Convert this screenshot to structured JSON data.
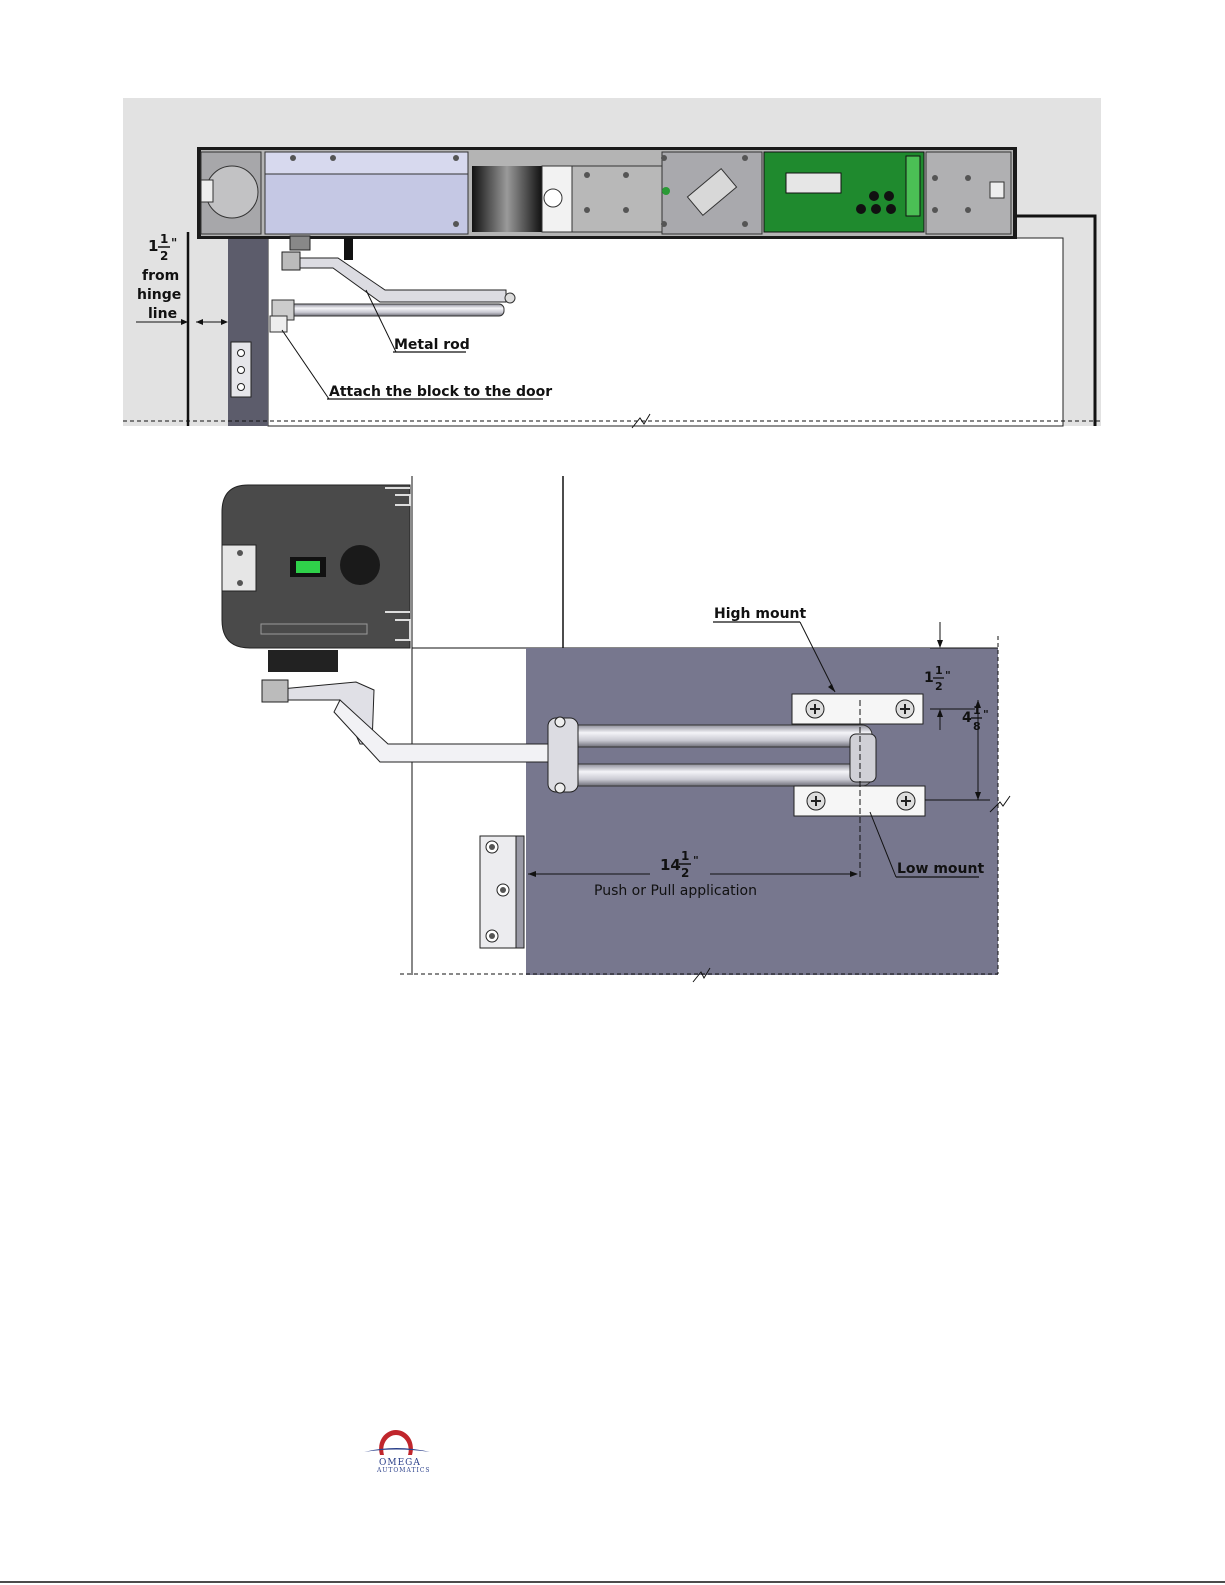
{
  "top_view": {
    "hinge_offset": {
      "whole": "1",
      "num": "1",
      "den": "2",
      "unit": "\"",
      "line1": "from",
      "line2": "hinge",
      "line3": "line"
    },
    "callout_metal_rod": "Metal rod",
    "callout_block": "Attach the block to the door"
  },
  "bottom_view": {
    "high_mount": "High mount",
    "low_mount": "Low mount",
    "dim_offset": {
      "whole": "1",
      "num": "1",
      "den": "2",
      "unit": "\""
    },
    "dim_spacing": {
      "whole": "4",
      "num": "1",
      "den": "8",
      "unit": "\""
    },
    "dim_length": {
      "whole": "14",
      "num": "1",
      "den": "2",
      "unit": "\""
    },
    "application": "Push or Pull application"
  },
  "logo": {
    "name": "OMEGA",
    "sub": "AUTOMATICS"
  },
  "colors": {
    "wall": "#e2e2e2",
    "door": "#77778e",
    "frame": "#5c5c6b",
    "operator_body": "#4a4a4a",
    "pcb": "#1f8a2e",
    "motor": "#c5c8e4"
  }
}
